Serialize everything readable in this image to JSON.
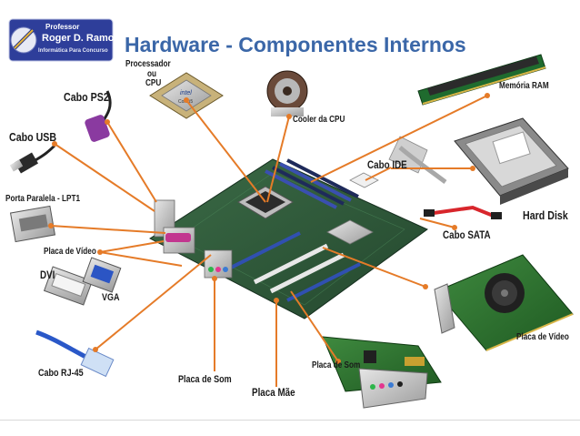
{
  "title": "Hardware - Componentes Internos",
  "logo": {
    "line1": "Professor",
    "line2": "Roger D. Ramos",
    "line3": "Informática Para Concurso"
  },
  "cpu_chip": {
    "brand": "intel",
    "model": "Core i5"
  },
  "labels": {
    "processador_1": "Processador",
    "processador_2": "ou",
    "processador_3": "CPU",
    "cabo_ps2": "Cabo PS2",
    "cabo_usb": "Cabo USB",
    "porta_paralela": "Porta Paralela - LPT1",
    "placa_video_left": "Placa de Vídeo",
    "dvi": "DVI",
    "vga": "VGA",
    "cabo_rj45": "Cabo RJ-45",
    "placa_som_left": "Placa de Som",
    "placa_mae": "Placa Mãe",
    "placa_som_bottom": "Placa de Som",
    "cooler": "Cooler da CPU",
    "memoria": "Memória RAM",
    "cabo_ide": "Cabo IDE",
    "hard_disk": "Hard Disk",
    "cabo_sata": "Cabo SATA",
    "placa_video_right": "Placa de Vídeo"
  },
  "colors": {
    "title": "#3b67a8",
    "leader": "#e57b28",
    "board": "#2f5a3a",
    "logo_bg": "#2e3e9a"
  }
}
